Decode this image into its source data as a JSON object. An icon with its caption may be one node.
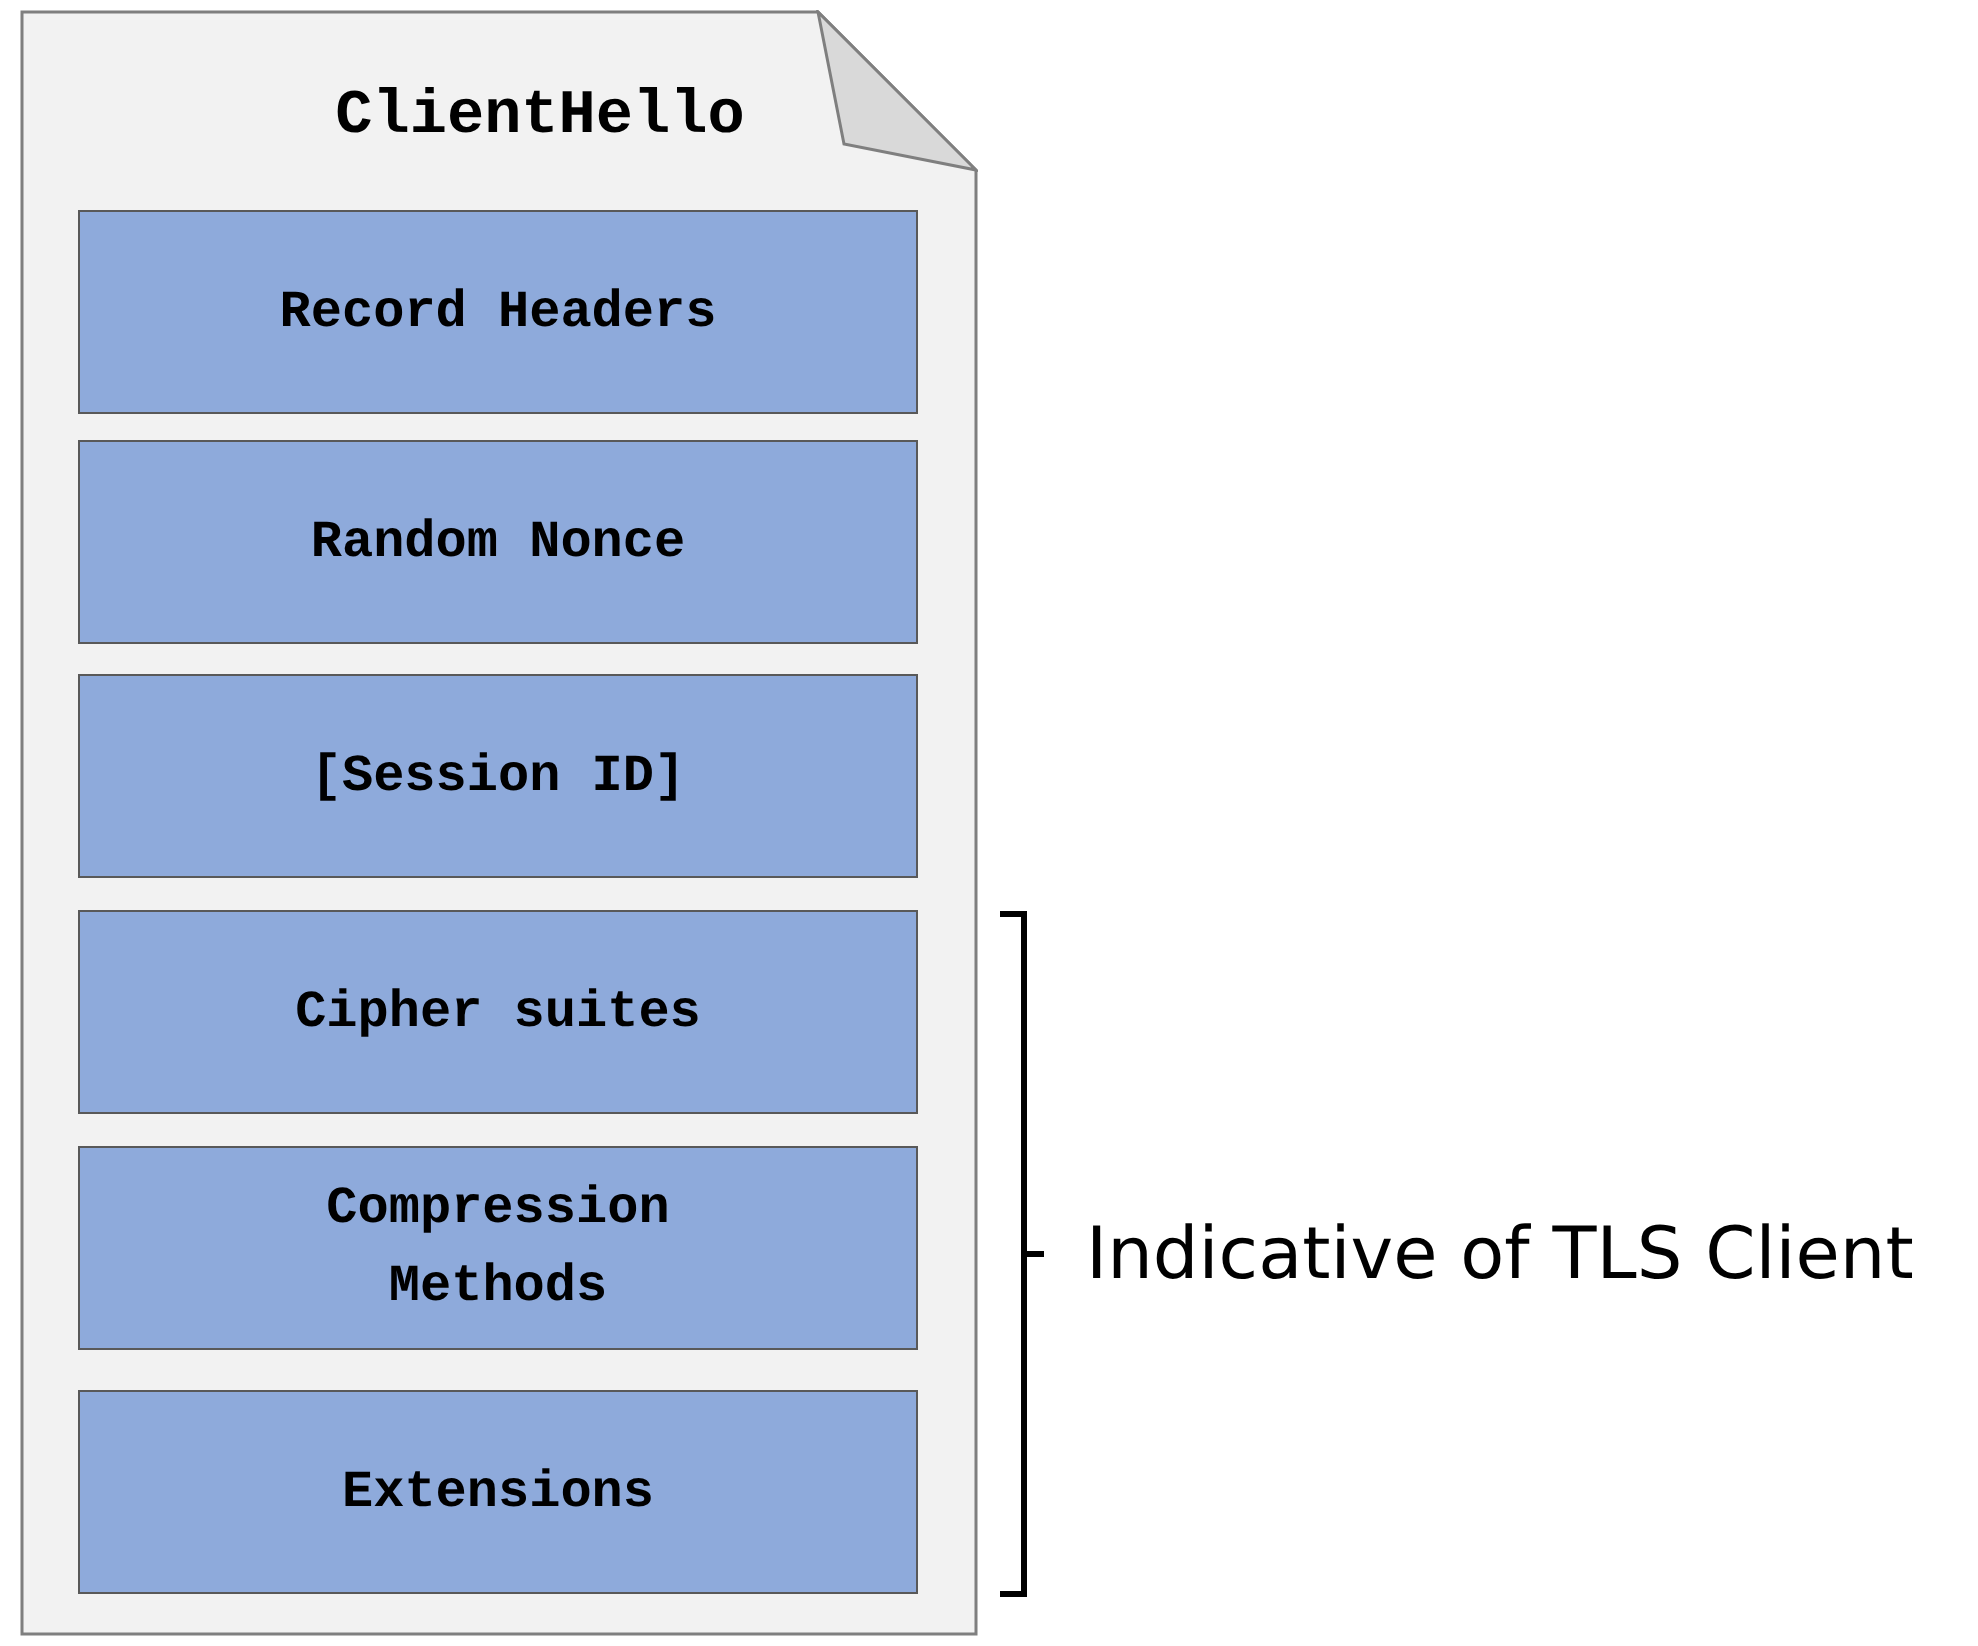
{
  "diagram": {
    "nodes": [
      {
        "text": [
          "ClientHello"
        ]
      },
      {
        "text": [
          "Record Headers"
        ],
        "in": 0
      },
      {
        "text": [
          "Random Nonce"
        ],
        "in": 0
      },
      {
        "text": [
          "[Session ID]"
        ],
        "in": 0
      },
      {
        "text": [
          "Cipher suites"
        ],
        "in": 0
      },
      {
        "text": [
          "Compression Methods"
        ],
        "in": 0
      },
      {
        "text": [
          "Extensions"
        ],
        "in": 0
      }
    ],
    "labels": [
      "Indicative of TLS Client"
    ]
  }
}
